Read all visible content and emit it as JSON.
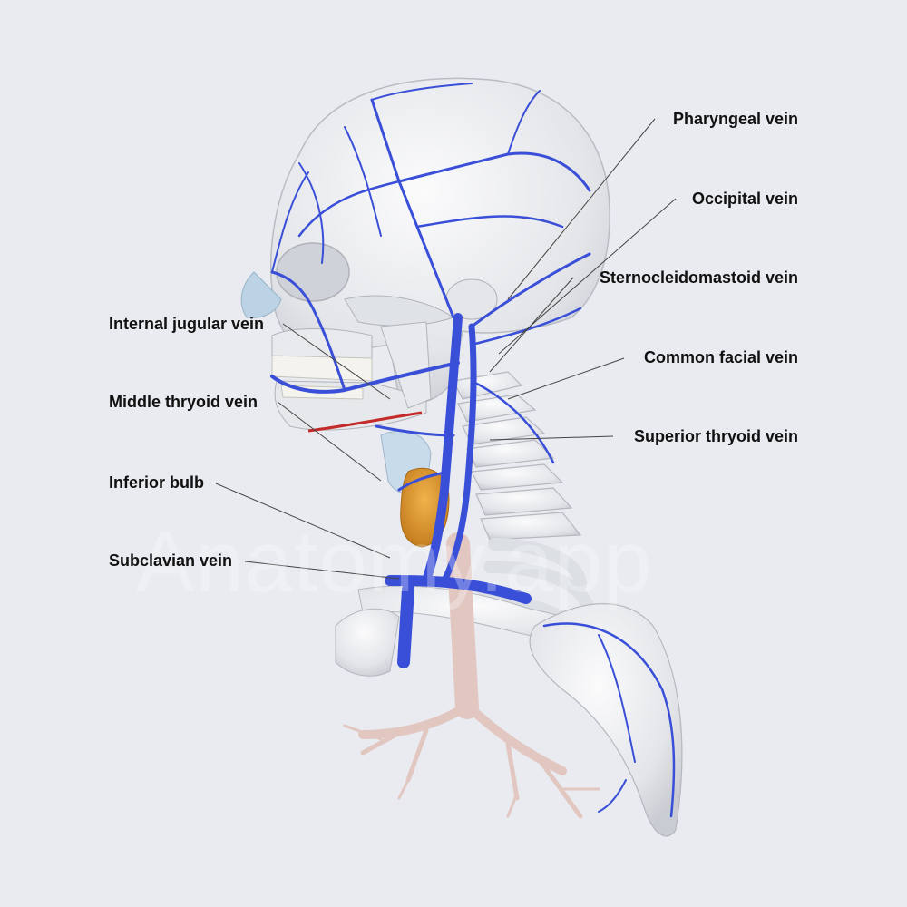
{
  "labels": {
    "left": [
      "Internal jugular vein",
      "Middle thryoid vein",
      "Inferior bulb",
      "Subclavian vein"
    ],
    "right": [
      "Pharyngeal vein",
      "Occipital vein",
      "Sternocleidomastoid vein",
      "Common facial vein",
      "Superior thryoid vein"
    ]
  },
  "watermark": "Anatomy.app",
  "colors": {
    "background": "#e9ebf0",
    "bone": "#eceef0",
    "vein": "#3a4fd8",
    "thyroid": "#d9962e",
    "airway": "#e6c9c4",
    "leader_line": "#444444"
  }
}
